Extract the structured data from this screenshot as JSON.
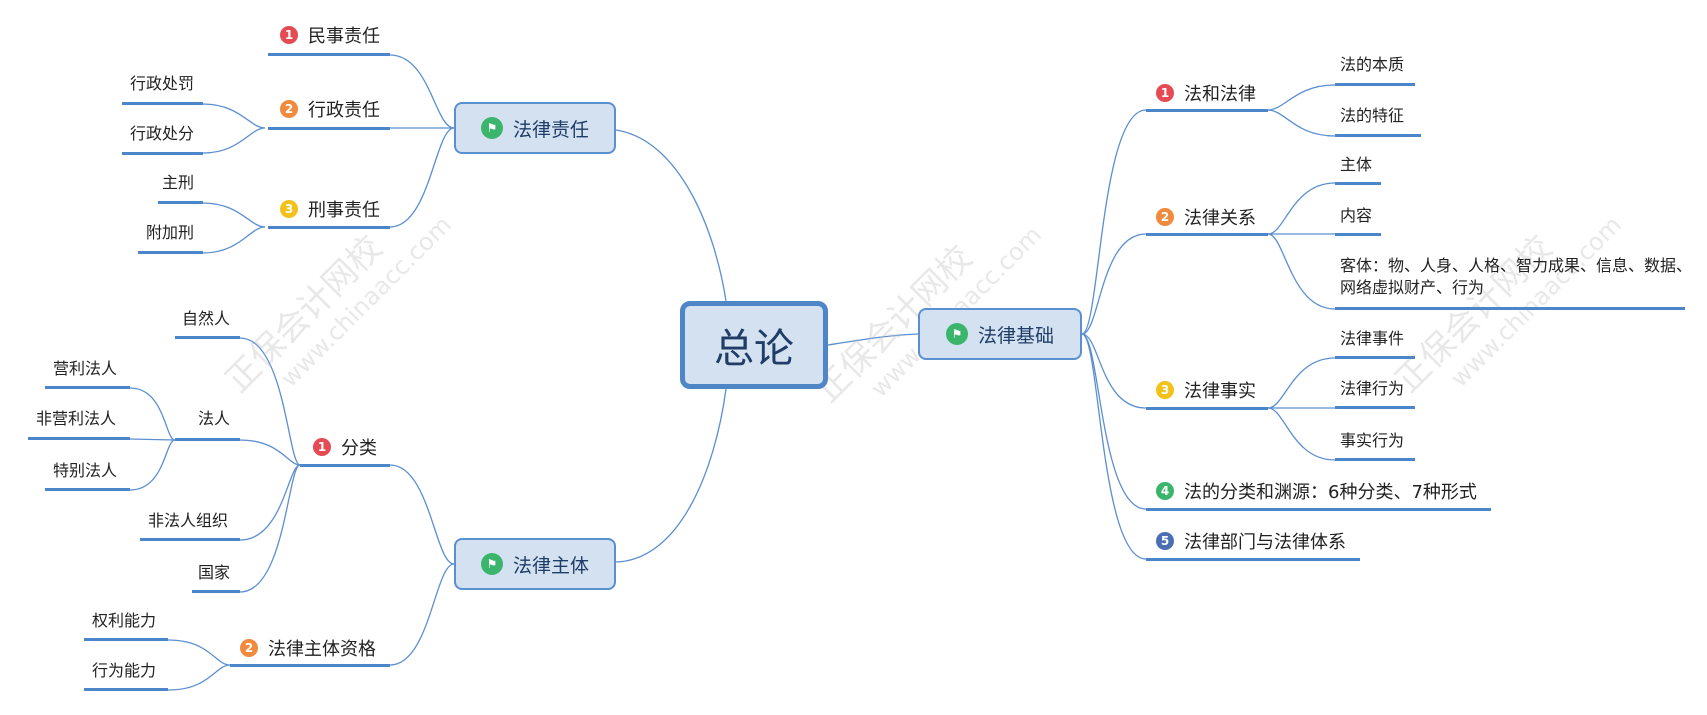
{
  "root": {
    "label": "总论"
  },
  "badge_colors": {
    "1": "#e54b55",
    "2": "#f08a3c",
    "3": "#f2c11a",
    "4": "#3bb56b",
    "5": "#4a6fb5"
  },
  "colors": {
    "line": "#5b8fcf",
    "underline": "#4a86c9",
    "main_bg": "#d3e1f1",
    "flag": "#3bb56b"
  },
  "branches": {
    "liability": {
      "label": "法律责任",
      "civil": {
        "label": "民事责任"
      },
      "admin": {
        "label": "行政责任",
        "leaf1": "行政处罚",
        "leaf2": "行政处分"
      },
      "criminal": {
        "label": "刑事责任",
        "leaf1": "主刑",
        "leaf2": "附加刑"
      }
    },
    "subject": {
      "label": "法律主体",
      "classify": {
        "label": "分类",
        "natural": "自然人",
        "legal": {
          "label": "法人",
          "leaf1": "营利法人",
          "leaf2": "非营利法人",
          "leaf3": "特别法人"
        },
        "nonlegal": "非法人组织",
        "state": "国家"
      },
      "qualify": {
        "label": "法律主体资格",
        "leaf1": "权利能力",
        "leaf2": "行为能力"
      }
    },
    "basis": {
      "label": "法律基础",
      "law": {
        "label": "法和法律",
        "leaf1": "法的本质",
        "leaf2": "法的特征"
      },
      "relation": {
        "label": "法律关系",
        "leaf1": "主体",
        "leaf2": "内容",
        "leaf3": "客体：物、人身、人格、智力成果、信息、数据、网络虚拟财产、行为"
      },
      "fact": {
        "label": "法律事实",
        "leaf1": "法律事件",
        "leaf2": "法律行为",
        "leaf3": "事实行为"
      },
      "category": {
        "label": "法的分类和渊源：6种分类、7种形式"
      },
      "department": {
        "label": "法律部门与法律体系"
      }
    }
  },
  "watermark": {
    "cn": "正保会计网校",
    "en": "www.chinaacc.com"
  }
}
